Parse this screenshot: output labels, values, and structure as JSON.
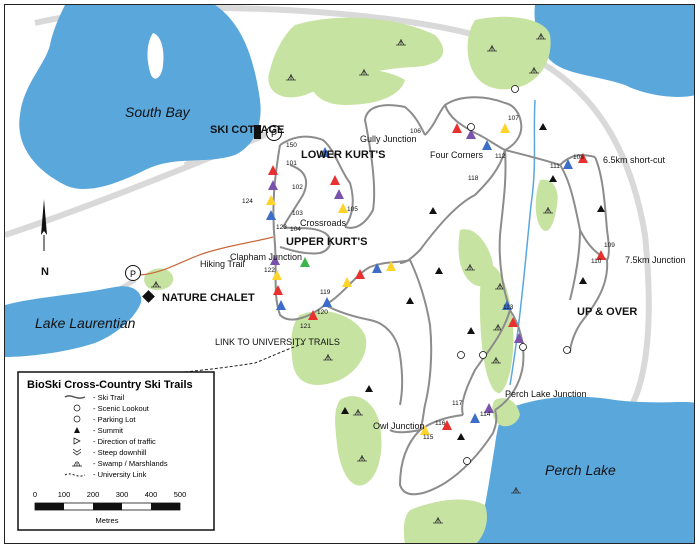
{
  "map": {
    "water_color": "#5aa7dc",
    "forest_color": "#c7e3a2",
    "trail_color": "#888888",
    "road_color": "#d6d6d6",
    "link_color": "#c8693b",
    "labels": {
      "south_bay": "South Bay",
      "ski_cottage": "SKI COTTAGE",
      "lower_kurts": "LOWER KURT'S",
      "upper_kurts": "UPPER KURT'S",
      "crossroads": "Crossroads",
      "clapham_junction": "Clapham Junction",
      "hiking_trail": "Hiking Trail",
      "nature_chalet": "NATURE CHALET",
      "lake_laurentian": "Lake Laurentian",
      "link_university": "LINK TO UNIVERSITY TRAILS",
      "gully_junction": "Gully Junction",
      "four_corners": "Four Corners",
      "short_cut": "6.5km short-cut",
      "junction_75": "7.5km Junction",
      "up_over": "UP & OVER",
      "owl_junction": "Owl Junction",
      "perch_lake_junction": "Perch Lake Junction",
      "perch_lake": "Perch Lake",
      "parking": "P",
      "north": "N"
    },
    "markers": {
      "m150": "150",
      "m101": "101",
      "m102": "102",
      "m103": "103",
      "m104": "104",
      "m105": "105",
      "m106": "106",
      "m107": "107",
      "m108": "108",
      "m109": "109",
      "m110": "110",
      "m111": "111",
      "m112": "112",
      "m113": "113",
      "m114": "114",
      "m115": "115",
      "m116": "116",
      "m117": "117",
      "m118": "118",
      "m119": "119",
      "m120": "120",
      "m121": "121",
      "m122": "122",
      "m123": "123",
      "m124": "124"
    }
  },
  "legend": {
    "title": "BioSki Cross-Country Ski Trails",
    "items": [
      "- Ski Trail",
      "- Scenic Lookout",
      "- Parking Lot",
      "- Summit",
      "- Direction of traffic",
      "- Steep downhill",
      "- Swamp / Marshlands",
      "- University Link"
    ],
    "scale_ticks": [
      "0",
      "100",
      "200",
      "300",
      "400",
      "500"
    ],
    "scale_unit": "Metres"
  }
}
